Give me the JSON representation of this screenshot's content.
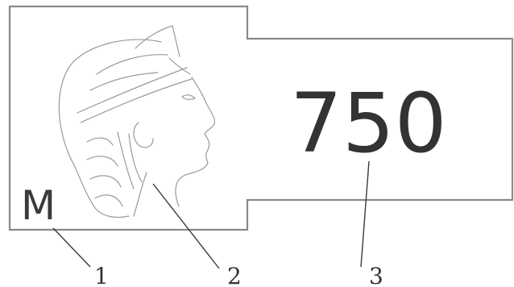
{
  "stamp": {
    "mark_letter": "M",
    "fineness": "750",
    "head_icon": "classical-head-profile-icon"
  },
  "callouts": [
    {
      "number": "1",
      "target": "mark_letter"
    },
    {
      "number": "2",
      "target": "head_icon"
    },
    {
      "number": "3",
      "target": "fineness"
    }
  ],
  "colors": {
    "outline": "#8a8a8a",
    "sketch": "#9a9a9a",
    "text": "#333333"
  }
}
